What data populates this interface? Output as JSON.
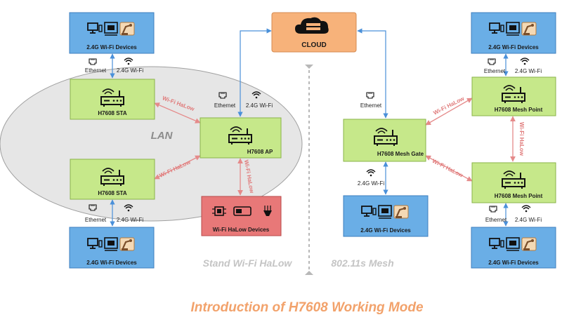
{
  "title": "Introduction of H7608 Working Mode",
  "cloud": {
    "label": "CLOUD"
  },
  "lan_label": "LAN",
  "left_mode_label": "Stand Wi-Fi HaLow",
  "right_mode_label": "802.11s Mesh",
  "boxes": {
    "wifi_devices": "2.4G Wi-Fi Devices",
    "sta": "H7608 STA",
    "ap": "H7608 AP",
    "halow_devices": "Wi-Fi HaLow Devices",
    "mesh_gate": "H7608 Mesh Gate",
    "mesh_point": "H7608 Mesh Point"
  },
  "links": {
    "ethernet": "Ethernet",
    "wifi_24": "2.4G Wi-Fi",
    "halow": "Wi-Fi HaLow"
  },
  "colors": {
    "wifi_device_fill": "#6aaee6",
    "router_fill": "#c6e88a",
    "cloud_fill": "#f7b27a",
    "halow_device_fill": "#e87878",
    "lan_fill": "#e6e6e6",
    "halow_arrow": "#e58a8a",
    "link_arrow": "#4a90d9",
    "title": "#f2a26b"
  }
}
